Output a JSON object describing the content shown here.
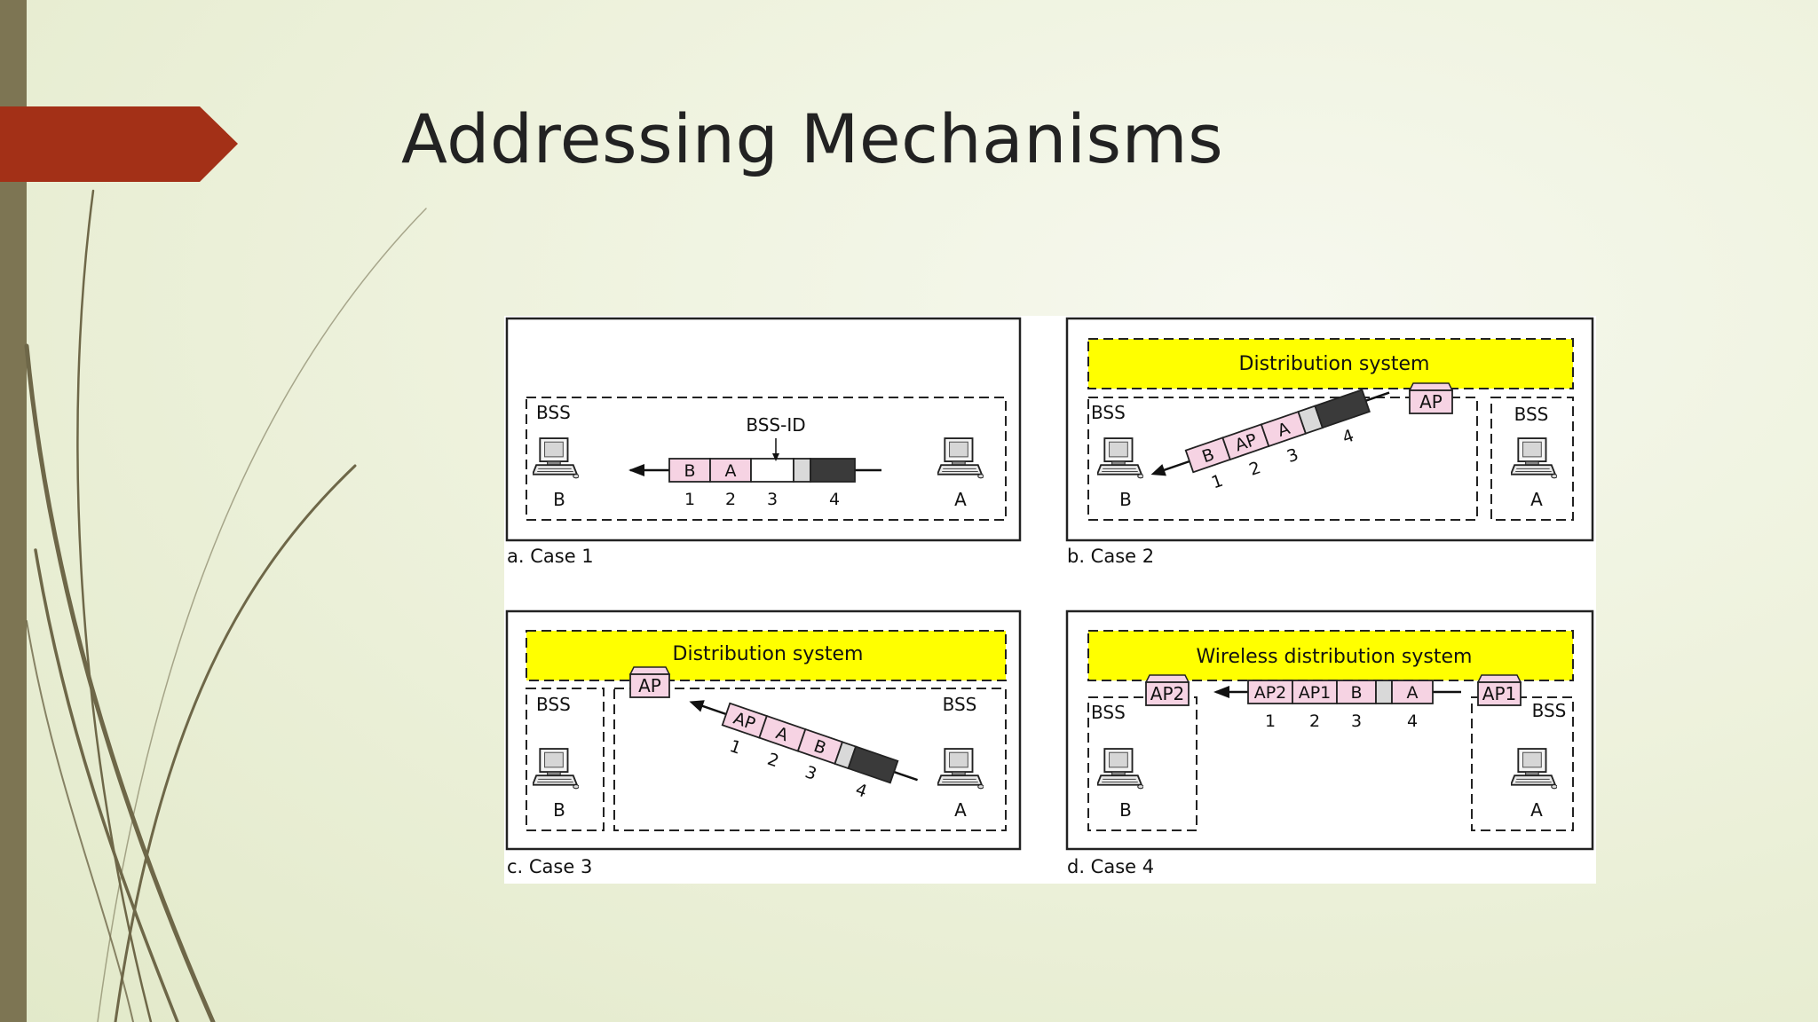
{
  "slide": {
    "title": "Addressing Mechanisms"
  },
  "colors": {
    "left_bar": "#7d7553",
    "accent_arrow": "#a33017",
    "grass": "#6e6748",
    "distribution_system_fill": "#ffff00",
    "frame_field_fill": "#f6d3e3",
    "frame_trailer_fill": "#3a3a3a",
    "frame_light_field_fill": "#d9d9d9"
  },
  "icons": [
    "computer-icon",
    "access-point-icon",
    "arrow-left-icon"
  ],
  "panels": [
    {
      "caption": "a. Case 1",
      "bss_label": "BSS",
      "bssid_label": "BSS-ID",
      "station_left": "B",
      "station_right": "A",
      "frame_fields": [
        "B",
        "A",
        "",
        ""
      ],
      "field_numbers": [
        "1",
        "2",
        "3",
        "4"
      ]
    },
    {
      "caption": "b. Case 2",
      "ds_label": "Distribution system",
      "ap_label": "AP",
      "bss_left": "BSS",
      "bss_right": "BSS",
      "station_left": "B",
      "station_right": "A",
      "frame_fields": [
        "B",
        "AP",
        "A",
        ""
      ],
      "field_numbers": [
        "1",
        "2",
        "3",
        "4"
      ]
    },
    {
      "caption": "c. Case 3",
      "ds_label": "Distribution system",
      "ap_label": "AP",
      "bss_left": "BSS",
      "bss_right": "BSS",
      "station_left": "B",
      "station_right": "A",
      "frame_fields": [
        "AP",
        "A",
        "B",
        ""
      ],
      "field_numbers": [
        "1",
        "2",
        "3",
        "4"
      ]
    },
    {
      "caption": "d. Case 4",
      "ds_label": "Wireless distribution system",
      "ap_left_label": "AP2",
      "ap_right_label": "AP1",
      "bss_left": "BSS",
      "bss_right": "BSS",
      "station_left": "B",
      "station_right": "A",
      "frame_fields": [
        "AP2",
        "AP1",
        "B",
        "A"
      ],
      "field_numbers": [
        "1",
        "2",
        "3",
        "4"
      ]
    }
  ]
}
